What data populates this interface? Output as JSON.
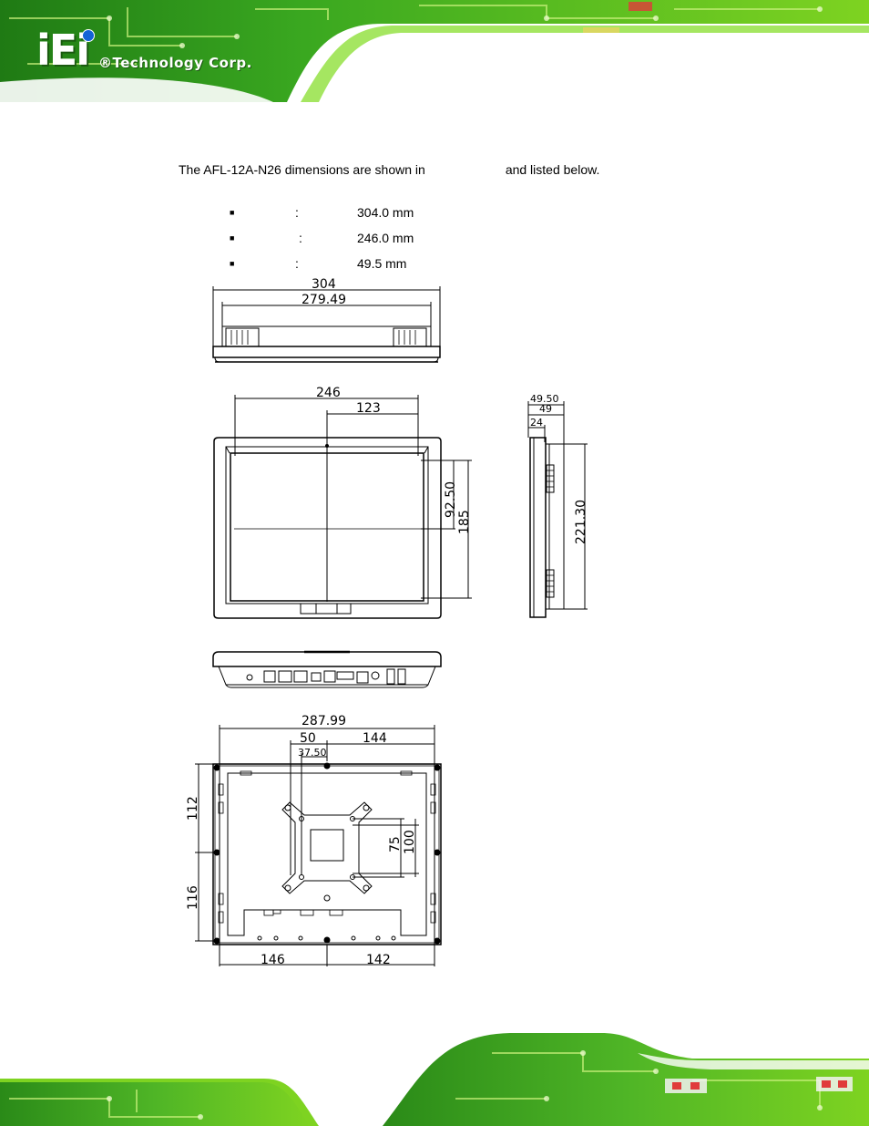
{
  "header": {
    "logo_text": "iEi",
    "tagline": "®Technology Corp."
  },
  "intro": {
    "before": "The AFL-12A-N26 dimensions are shown in",
    "after": "and listed below."
  },
  "specs": [
    {
      "value": "304.0 mm"
    },
    {
      "value": "246.0 mm"
    },
    {
      "value": "49.5 mm"
    }
  ],
  "drawing": {
    "top_view": {
      "overall_width": "304",
      "inner_width": "279.49"
    },
    "front_view": {
      "width": "246",
      "half_width": "123",
      "half_height": "92.50",
      "height": "185"
    },
    "side_view": {
      "depth": "49.50",
      "depth_body": "49",
      "depth_bezel": "24",
      "height": "221.30"
    },
    "rear_view": {
      "overall_width": "287.99",
      "vesa_offset": "50",
      "vesa_inner_offset": "37.50",
      "right_width": "144",
      "upper_height": "112",
      "lower_height": "116",
      "vesa_inner": "75",
      "vesa_outer": "100",
      "bottom_left": "146",
      "bottom_right": "142"
    }
  },
  "colors": {
    "banner_green": "#7ed321",
    "banner_dark": "#1e6b12"
  }
}
